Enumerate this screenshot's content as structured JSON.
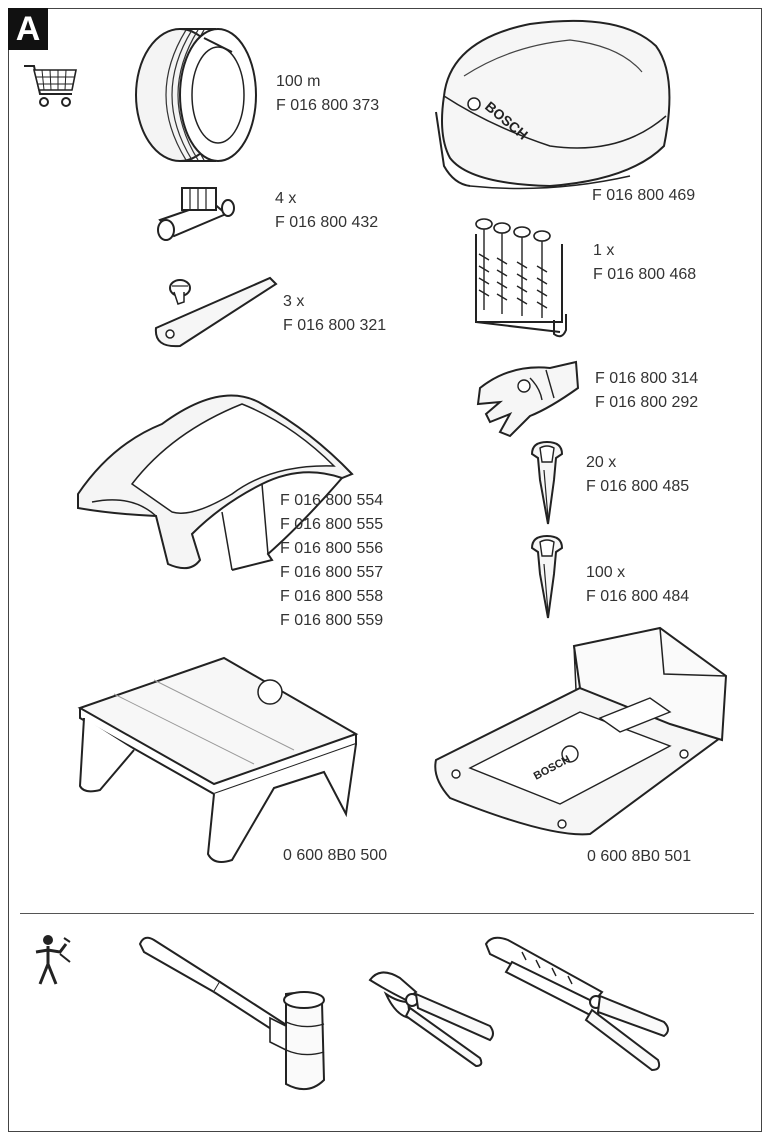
{
  "section": {
    "letter": "A"
  },
  "icons": {
    "accessories": "shopping-cart-icon",
    "tools": "tools-person-icon"
  },
  "accessories": {
    "wire": {
      "qty": "100 m",
      "part": "F 016 800 373"
    },
    "connectors": {
      "qty": "4 x",
      "part": "F 016 800 432"
    },
    "blades": {
      "qty": "3 x",
      "part": "F 016 800 321"
    },
    "hood": {
      "parts": [
        "F 016 800 554",
        "F 016 800 555",
        "F 016 800 556",
        "F 016 800 557",
        "F 016 800 558",
        "F 016 800 559"
      ]
    },
    "garage": {
      "part": "0 600 8B0 500"
    },
    "cover": {
      "part": "F 016 800 469"
    },
    "screws": {
      "qty": "1 x",
      "part": "F 016 800 468"
    },
    "gloves": {
      "parts": [
        "F 016 800 314",
        "F 016 800 292"
      ]
    },
    "pegs20": {
      "qty": "20 x",
      "part": "F 016 800 485"
    },
    "pegs100": {
      "qty": "100 x",
      "part": "F 016 800 484"
    },
    "base": {
      "part": "0 600 8B0 501"
    }
  },
  "brand": {
    "text": "BOSCH"
  }
}
